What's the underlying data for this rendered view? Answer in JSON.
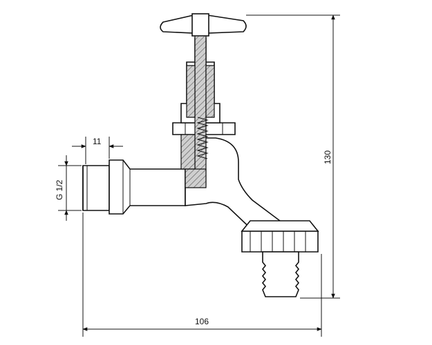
{
  "colors": {
    "stroke": "#111111",
    "section_fill": "#a8a8a8",
    "background": "#ffffff"
  },
  "dimensions": {
    "top_width": "11",
    "thread": "G 1/2",
    "height": "130",
    "length": "106"
  }
}
